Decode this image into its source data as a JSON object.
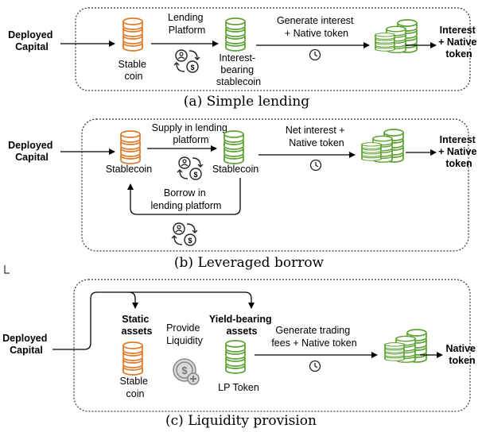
{
  "colors": {
    "stable": "#E07B2A",
    "green": "#5FA336",
    "box_stroke": "#333333",
    "arrow": "#000000"
  },
  "icons": [
    "coin-stack-icon",
    "exchange-icon",
    "clock-icon",
    "dollar-coin-plus-icon"
  ],
  "panel_a": {
    "caption": "(a) Simple lending",
    "left_label": [
      "Deployed",
      "Capital"
    ],
    "stable_label": [
      "Stable",
      "coin"
    ],
    "lending_label": [
      "Lending",
      "Platform"
    ],
    "interest_stable_label": [
      "Interest-",
      "bearing",
      "stablecoin"
    ],
    "generate_label": [
      "Generate interest",
      "+ Native token"
    ],
    "right_label": [
      "Interest",
      "+ Native",
      "token"
    ]
  },
  "panel_b": {
    "caption": "(b) Leveraged borrow",
    "left_label": [
      "Deployed",
      "Capital"
    ],
    "stablecoin_left": "Stablecoin",
    "supply_label": [
      "Supply in lending",
      "platform"
    ],
    "stablecoin_right": "Stablecoin",
    "net_label": [
      "Net interest +",
      "Native token"
    ],
    "borrow_label": [
      "Borrow in",
      "lending platform"
    ],
    "right_label": [
      "Interest",
      "+ Native",
      "token"
    ]
  },
  "panel_c": {
    "caption": "(c) Liquidity provision",
    "left_label": [
      "Deployed",
      "Capital"
    ],
    "static_label": [
      "Static",
      "assets"
    ],
    "provide_label": [
      "Provide",
      "Liquidity"
    ],
    "yield_label": [
      "Yield-bearing",
      "assets"
    ],
    "trading_label": [
      "Generate trading",
      "fees + Native token"
    ],
    "stable_label": [
      "Stable",
      "coin"
    ],
    "lp_label": "LP Token",
    "right_label": [
      "Native",
      "token"
    ]
  }
}
